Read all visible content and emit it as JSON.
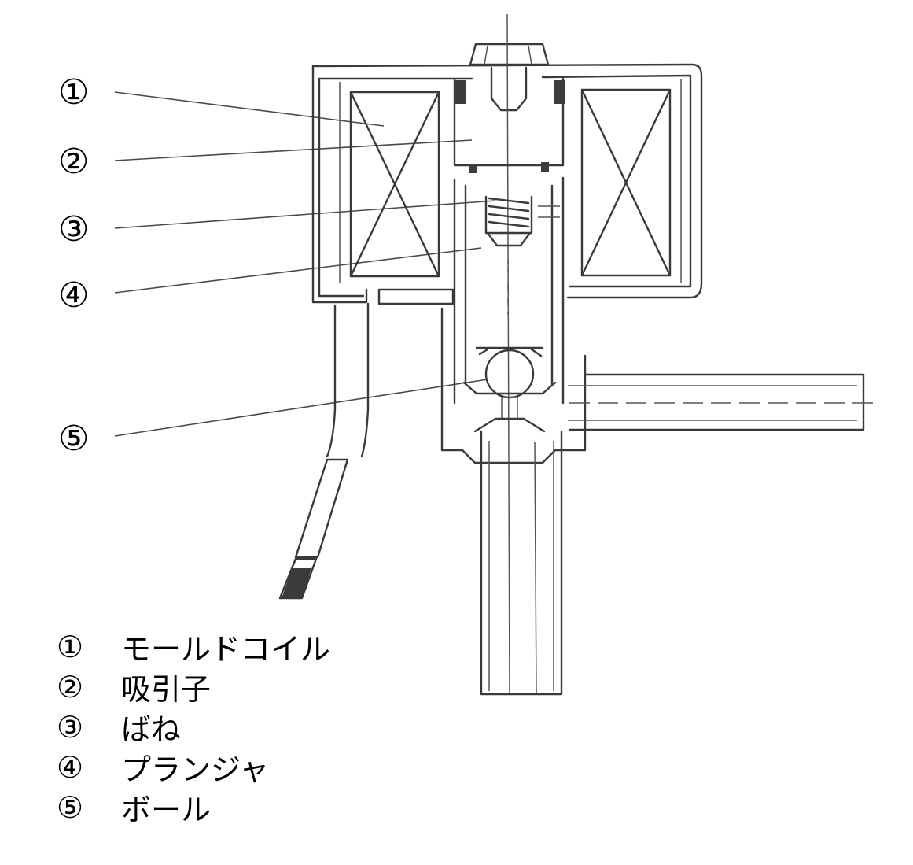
{
  "callouts": [
    {
      "number": "①"
    },
    {
      "number": "②"
    },
    {
      "number": "③"
    },
    {
      "number": "④"
    },
    {
      "number": "⑤"
    }
  ],
  "legend": [
    {
      "number": "①",
      "label": "モールドコイル"
    },
    {
      "number": "②",
      "label": "吸引子"
    },
    {
      "number": "③",
      "label": "ばね"
    },
    {
      "number": "④",
      "label": "プランジャ"
    },
    {
      "number": "⑤",
      "label": "ボール"
    }
  ]
}
